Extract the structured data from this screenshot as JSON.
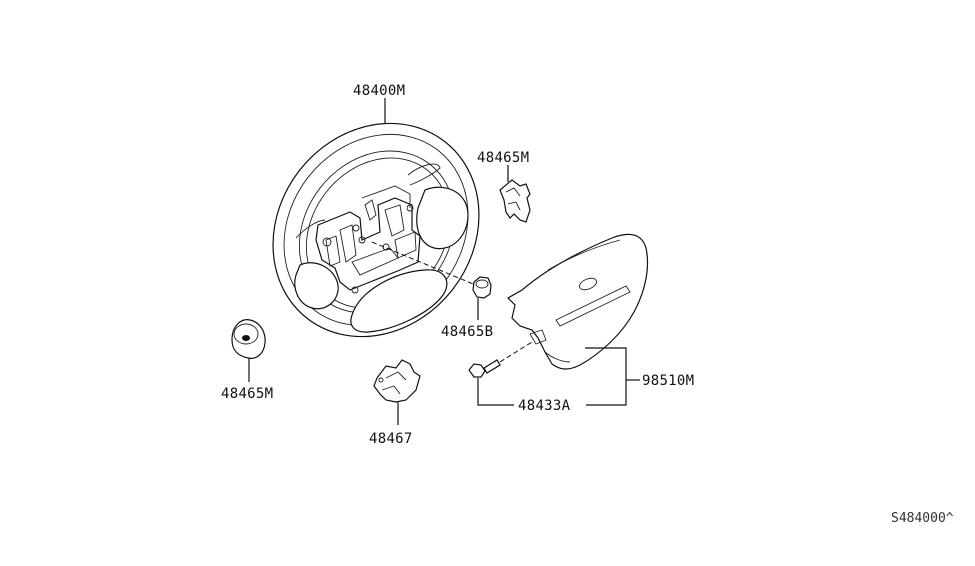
{
  "parts": {
    "steering_wheel": "48400M",
    "emblem_right": "48465M",
    "emblem_left": "48465M",
    "nut": "48465B",
    "bracket": "48467",
    "airbag_module": "98510M",
    "bolt": "48433A"
  },
  "diagram_code": "S484000^"
}
